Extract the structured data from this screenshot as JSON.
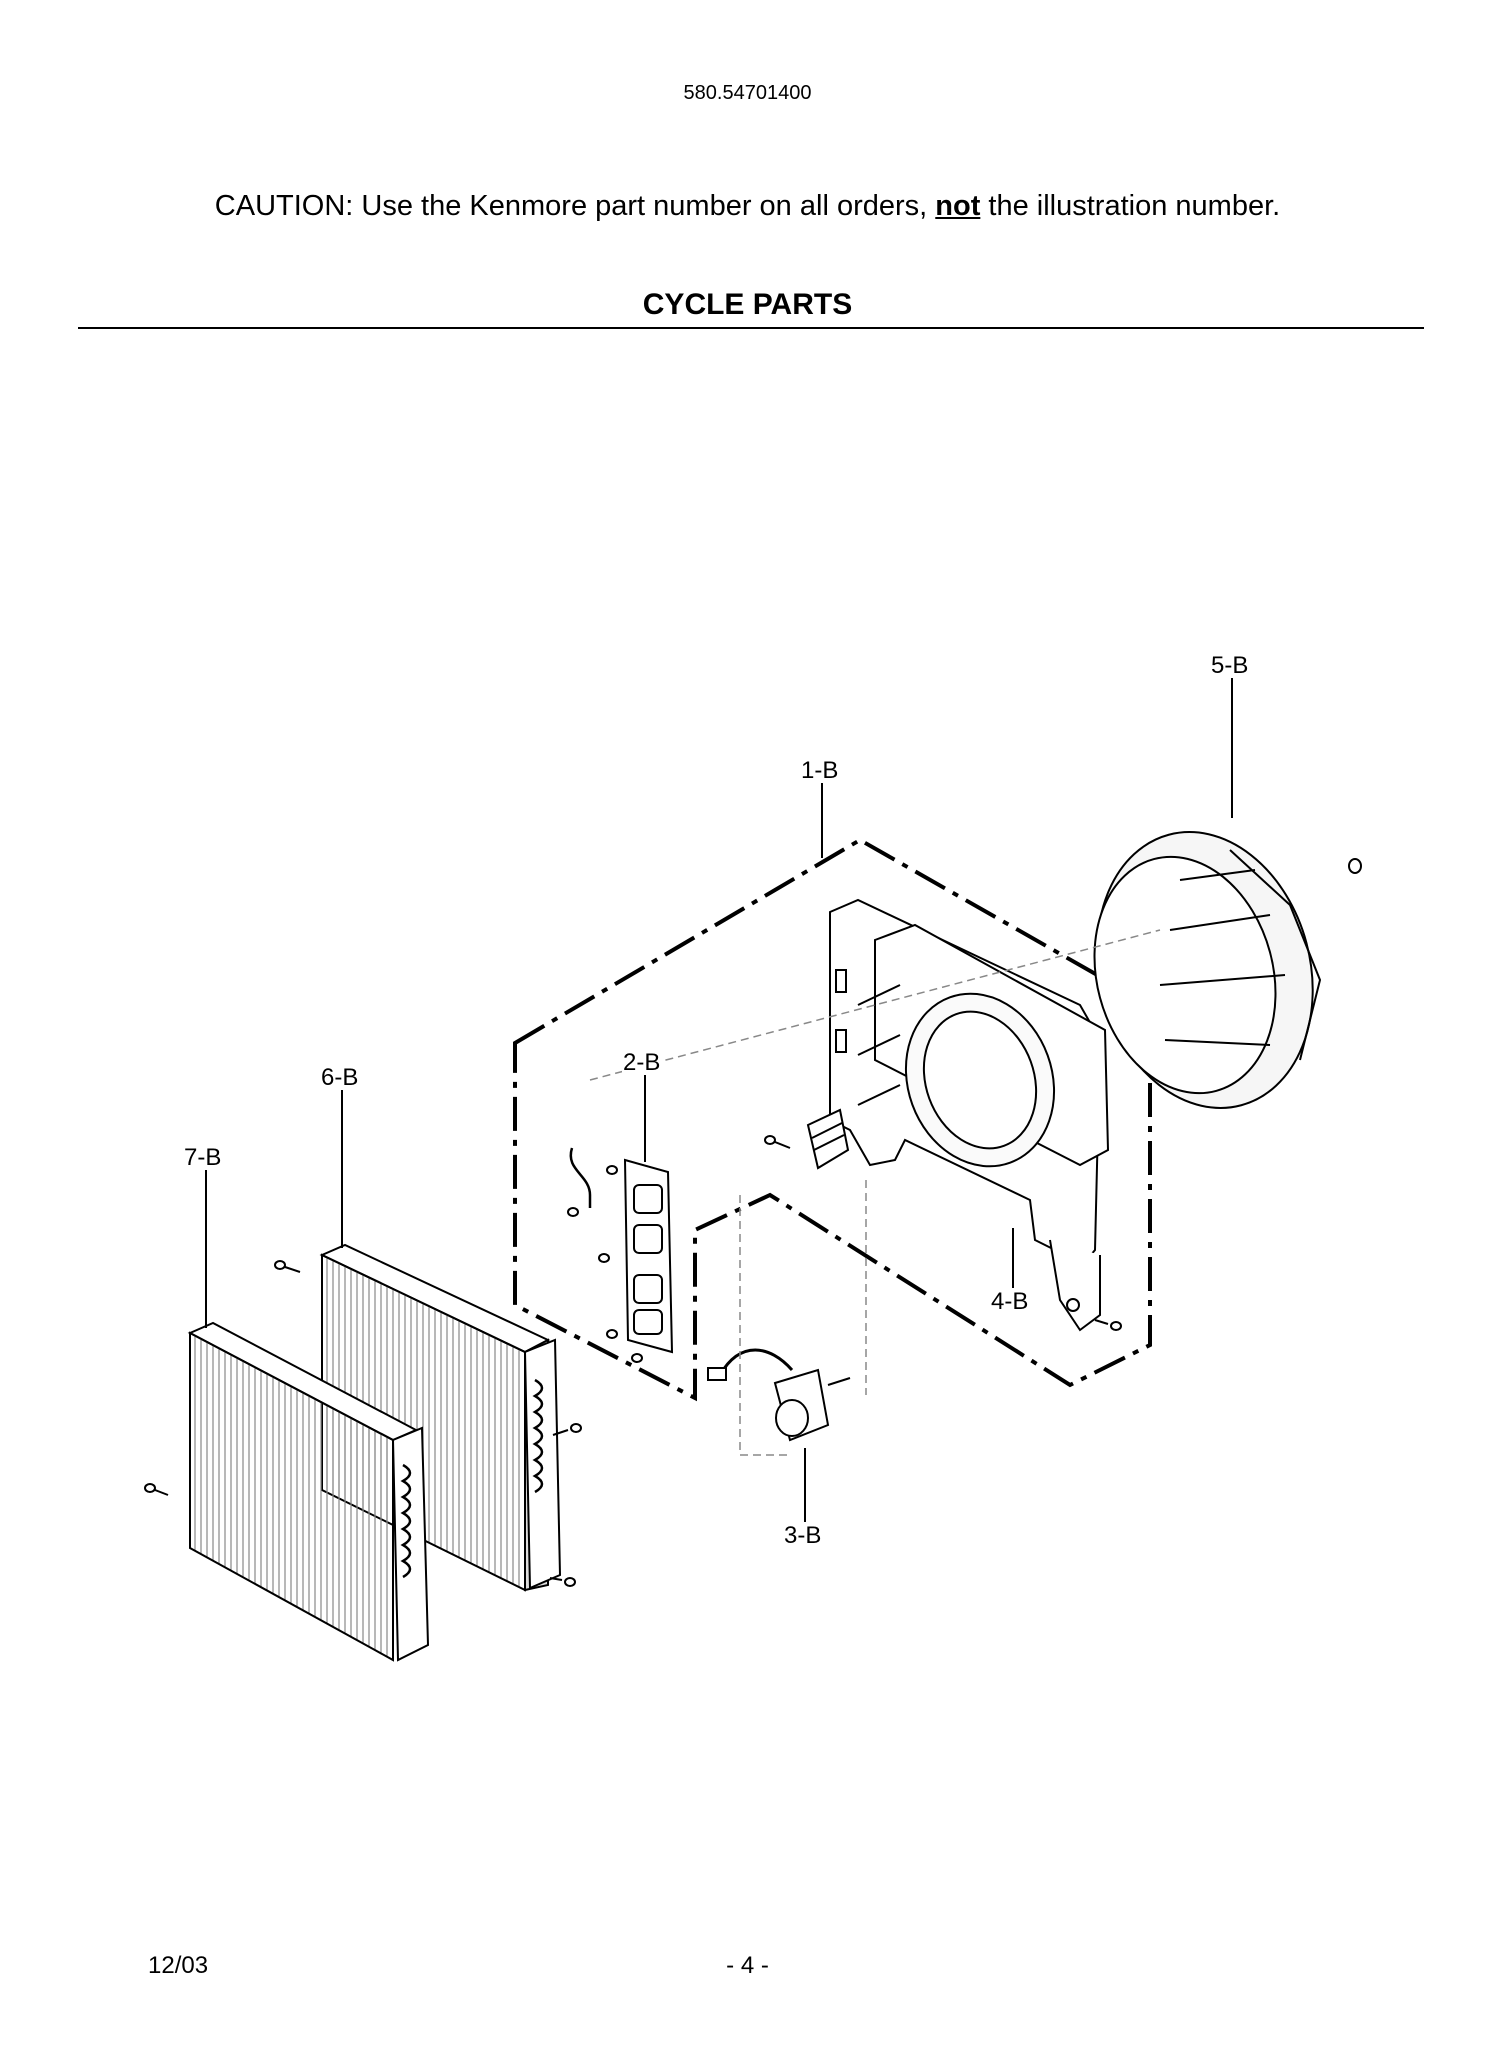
{
  "header": {
    "model_number": "580.54701400",
    "caution_prefix": "CAUTION: Use the Kenmore part number on all orders, ",
    "caution_emphasis": "not",
    "caution_suffix": " the illustration number.",
    "section_title": "CYCLE PARTS"
  },
  "diagram": {
    "callouts": {
      "p1": "1-B",
      "p2": "2-B",
      "p3": "3-B",
      "p4": "4-B",
      "p5": "5-B",
      "p6": "6-B",
      "p7": "7-B"
    }
  },
  "footer": {
    "date": "12/03",
    "page": "- 4 -"
  }
}
